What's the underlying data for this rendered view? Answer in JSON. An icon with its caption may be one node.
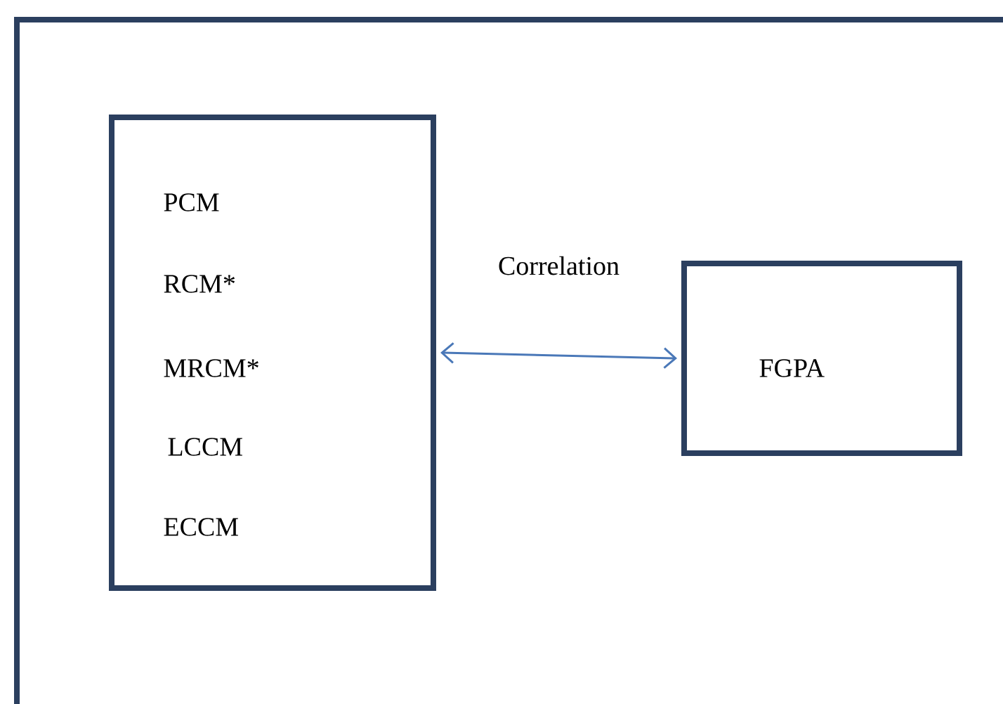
{
  "diagram": {
    "nodes": [
      {
        "text": [
          "PCM",
          "RCM*",
          "MRCM*",
          "LCCM",
          "ECCM"
        ]
      },
      {
        "text": [
          "FGPA"
        ]
      }
    ],
    "edges": [
      {
        "from": 0,
        "to": 1,
        "arrow": "both",
        "label": "Correlation",
        "color": "#4a78b8"
      }
    ]
  }
}
